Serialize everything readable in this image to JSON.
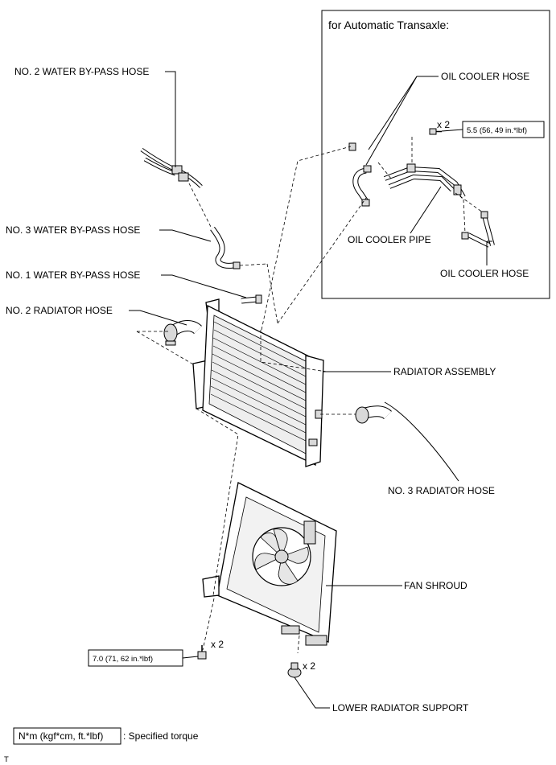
{
  "inset": {
    "title": "for Automatic Transaxle:",
    "labels": {
      "oil_cooler_hose_top": "OIL COOLER HOSE",
      "oil_cooler_pipe": "OIL COOLER PIPE",
      "oil_cooler_hose_bottom": "OIL COOLER HOSE"
    },
    "qty": "x 2",
    "torque": "5.5 (56, 49 in.*lbf)"
  },
  "labels": {
    "no2_water_bypass_hose": "NO. 2 WATER BY-PASS HOSE",
    "no3_water_bypass_hose": "NO. 3 WATER BY-PASS HOSE",
    "no1_water_bypass_hose": "NO. 1 WATER BY-PASS HOSE",
    "no2_radiator_hose": "NO. 2 RADIATOR HOSE",
    "radiator_assembly": "RADIATOR ASSEMBLY",
    "no3_radiator_hose": "NO. 3 RADIATOR HOSE",
    "fan_shroud": "FAN SHROUD",
    "lower_radiator_support": "LOWER RADIATOR SUPPORT"
  },
  "fastener_left": {
    "qty": "x 2",
    "torque": "7.0 (71, 62 in.*lbf)"
  },
  "fastener_right": {
    "qty": "x 2"
  },
  "legend": {
    "unit_box": "N*m (kgf*cm, ft.*lbf)",
    "description": ": Specified torque"
  },
  "corner_mark": "T"
}
